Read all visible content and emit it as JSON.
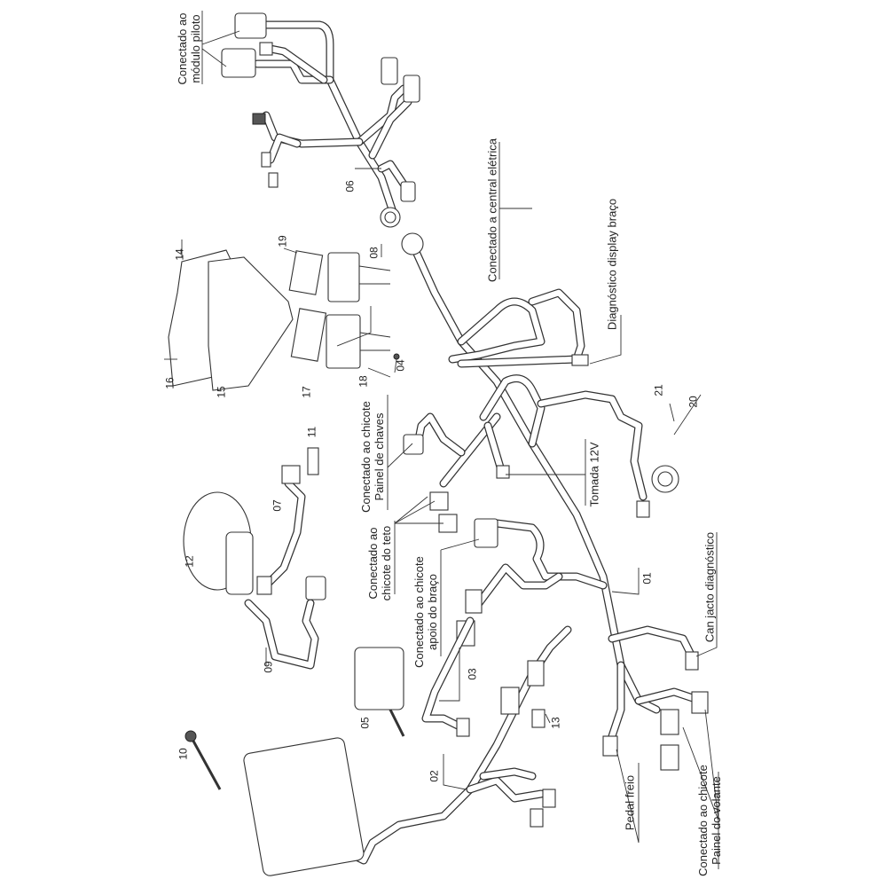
{
  "labels": {
    "modulo_piloto": [
      "Conectado ao",
      "módulo piloto"
    ],
    "central_eletrica": "Conectado a central elétrica",
    "diagnostico_display": "Diagnóstico display braço",
    "painel_chaves": [
      "Conectado ao chicote",
      "Painel de chaves"
    ],
    "tomada": "Tomada 12V",
    "chicote_teto": [
      "Conectado ao",
      "chicote do teto"
    ],
    "apoio_braco": [
      "Conectado ao chicote",
      "apoio do braço"
    ],
    "can_jacto": "Can jacto diagnóstico",
    "pedal_freio": "Pedal freio",
    "painel_volante": [
      "Conectado ao chicote",
      "Painel do volante"
    ]
  },
  "part_numbers": {
    "p01": "01",
    "p02": "02",
    "p03": "03",
    "p04": "04",
    "p05": "05",
    "p06": "06",
    "p07": "07",
    "p08": "08",
    "p09": "09",
    "p10": "10",
    "p11": "11",
    "p12": "12",
    "p13": "13",
    "p14": "14",
    "p15": "15",
    "p16": "16",
    "p17": "17",
    "p18": "18",
    "p19": "19",
    "p20": "20",
    "p21": "21"
  }
}
